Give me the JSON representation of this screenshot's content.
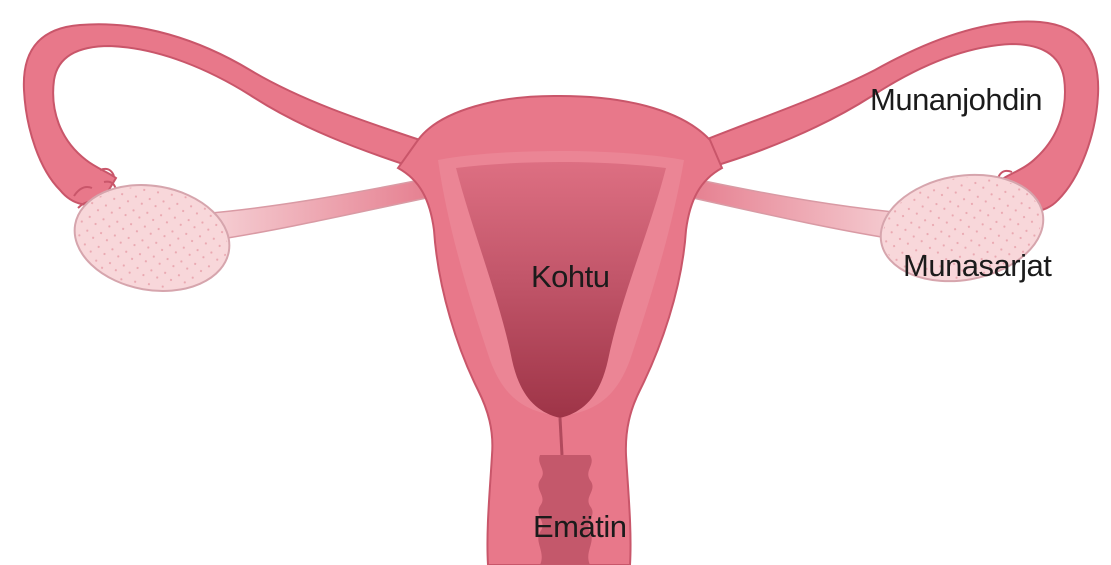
{
  "labels": {
    "fallopian_tube": "Munanjohdin",
    "ovaries": "Munasarjat",
    "uterus": "Kohtu",
    "vagina": "Emätin"
  },
  "colors": {
    "tissue": "#e8788a",
    "tissue_outline": "#c9566a",
    "uterine_wall_light": "#eb8595",
    "uterine_cavity_dark": "#a53a4d",
    "ovary_fill": "#f8d7da",
    "label_text": "#1b1b1b",
    "background": "#ffffff"
  }
}
